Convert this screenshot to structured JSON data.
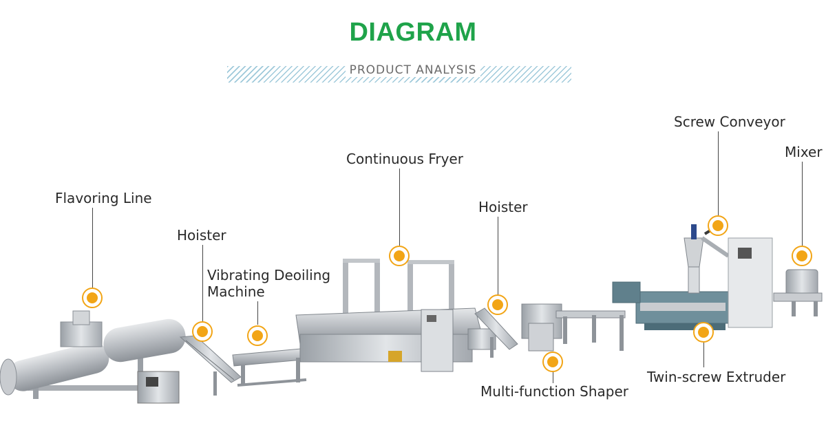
{
  "header": {
    "title": "DIAGRAM",
    "subtitle": "PRODUCT ANALYSIS",
    "title_color": "#1fa34a"
  },
  "accent_color": "#f2a516",
  "labels": [
    {
      "id": "flavoring-line",
      "text": "Flavoring Line"
    },
    {
      "id": "hoister-1",
      "text": "Hoister"
    },
    {
      "id": "vibrating-deoiling-machine",
      "text": "Vibrating Deoiling Machine"
    },
    {
      "id": "continuous-fryer",
      "text": "Continuous Fryer"
    },
    {
      "id": "hoister-2",
      "text": "Hoister"
    },
    {
      "id": "multi-function-shaper",
      "text": "Multi-function Shaper"
    },
    {
      "id": "screw-conveyor",
      "text": "Screw Conveyor"
    },
    {
      "id": "twin-screw-extruder",
      "text": "Twin-screw Extruder"
    },
    {
      "id": "mixer",
      "text": "Mixer"
    }
  ]
}
